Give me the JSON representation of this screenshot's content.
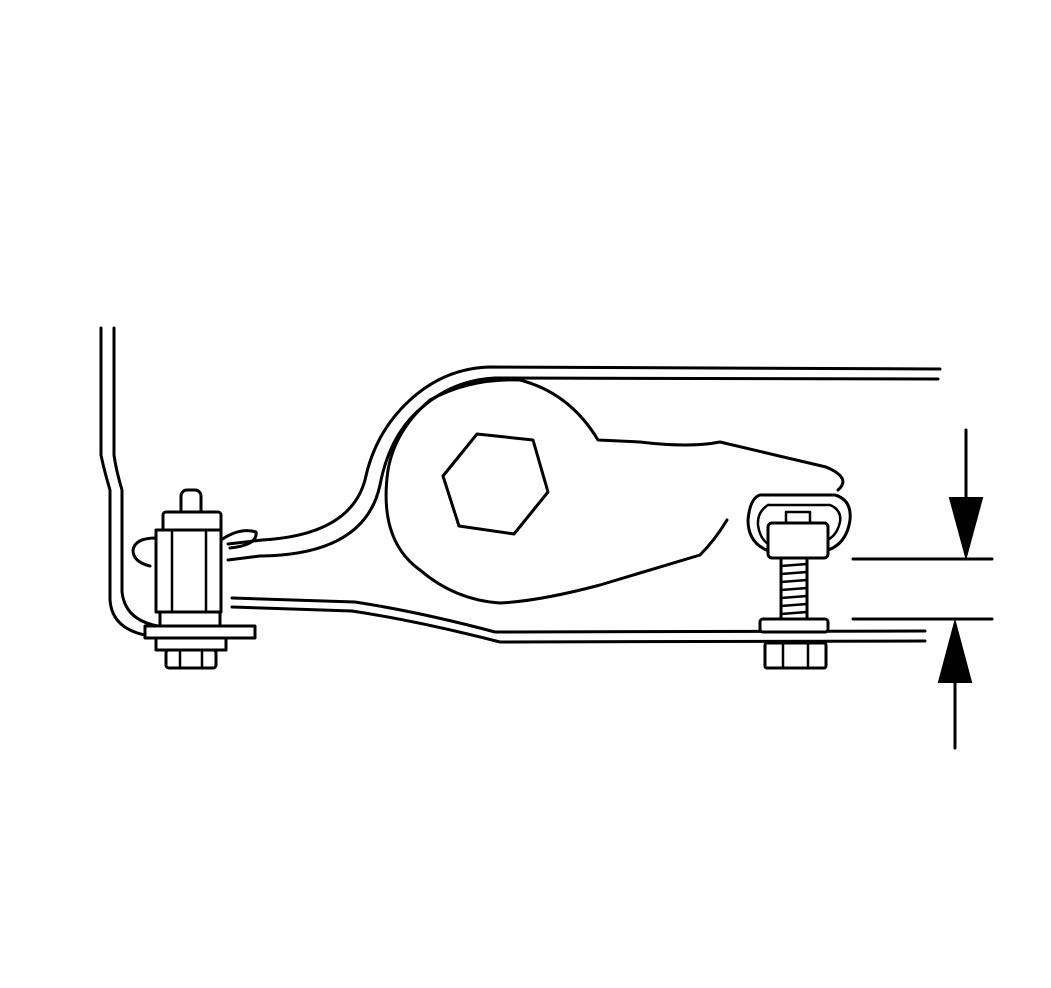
{
  "figure": {
    "description_text": "",
    "colors": {
      "line": "#000000",
      "background": "#ffffff"
    },
    "parts": [
      "frame-rail",
      "torsion-bar-adjuster-arm",
      "hex-socket",
      "adjuster-bolt",
      "mounting-bracket",
      "dimension-arrows"
    ]
  }
}
